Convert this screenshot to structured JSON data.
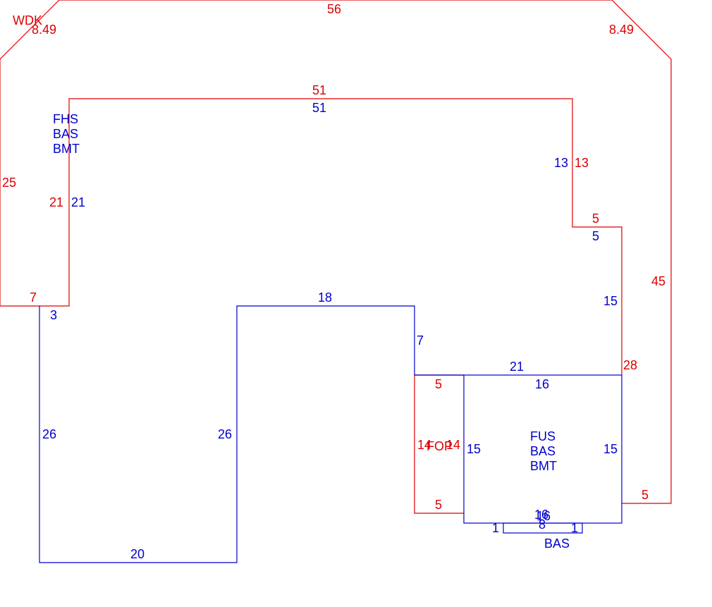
{
  "colors": {
    "red": "#dd0000",
    "blue": "#0000cc"
  },
  "areas": {
    "wdk": {
      "code": "WDK"
    },
    "fhs": {
      "lines": [
        "FHS",
        "BAS",
        "BMT"
      ]
    },
    "fus": {
      "lines": [
        "FUS",
        "BAS",
        "BMT"
      ]
    },
    "fop": {
      "code": "FOP"
    },
    "bas_small": {
      "code": "BAS"
    }
  },
  "dimensions": {
    "wdk_top": "56",
    "wdk_diag_left": "8.49",
    "wdk_diag_right": "8.49",
    "wdk_left": "25",
    "wdk_right": "45",
    "wdk_bottom_left": "7",
    "wdk_bottom_right": "5",
    "red_top_inner": "51",
    "red_left_inner": "21",
    "red_right_inner": "13",
    "red_step": "5",
    "red_right_lower": "28",
    "fhs_top": "51",
    "fhs_left": "21",
    "fhs_right": "13",
    "fhs_step": "5",
    "fhs_right_lower": "15",
    "fhs_notch": "3",
    "fhs_left_long": "26",
    "fhs_bottom": "20",
    "fhs_mid_vertical": "26",
    "fhs_top_mid": "18",
    "fhs_mid_right": "7",
    "fhs_shelf": "21",
    "fus_top": "16",
    "fus_left": "15",
    "fus_right": "15",
    "fus_bottom_a": "16",
    "fus_bottom_b": "16",
    "fop_top": "5",
    "fop_left": "14",
    "fop_right": "14",
    "fop_bottom": "5",
    "bas_width": "8",
    "bas_left": "1",
    "bas_right": "1"
  }
}
